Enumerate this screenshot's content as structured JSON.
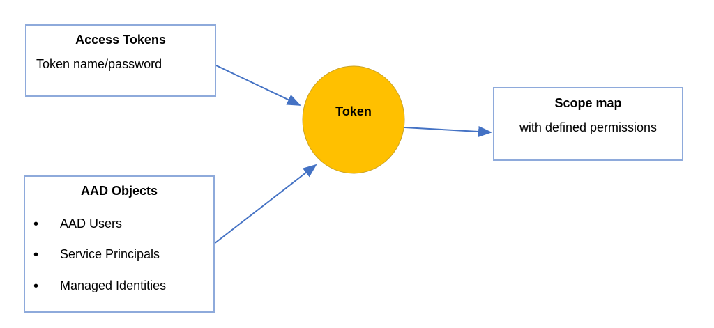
{
  "access_tokens": {
    "title": "Access Tokens",
    "text": "Token name/password"
  },
  "aad_objects": {
    "title": "AAD Objects",
    "items": [
      "AAD Users",
      "Service Principals",
      "Managed Identities"
    ]
  },
  "token": {
    "label": "Token",
    "color": "#ffc000"
  },
  "scope_map": {
    "title": "Scope map",
    "text": "with defined permissions"
  },
  "colors": {
    "border": "#8eaadb",
    "arrow": "#4472c4"
  }
}
